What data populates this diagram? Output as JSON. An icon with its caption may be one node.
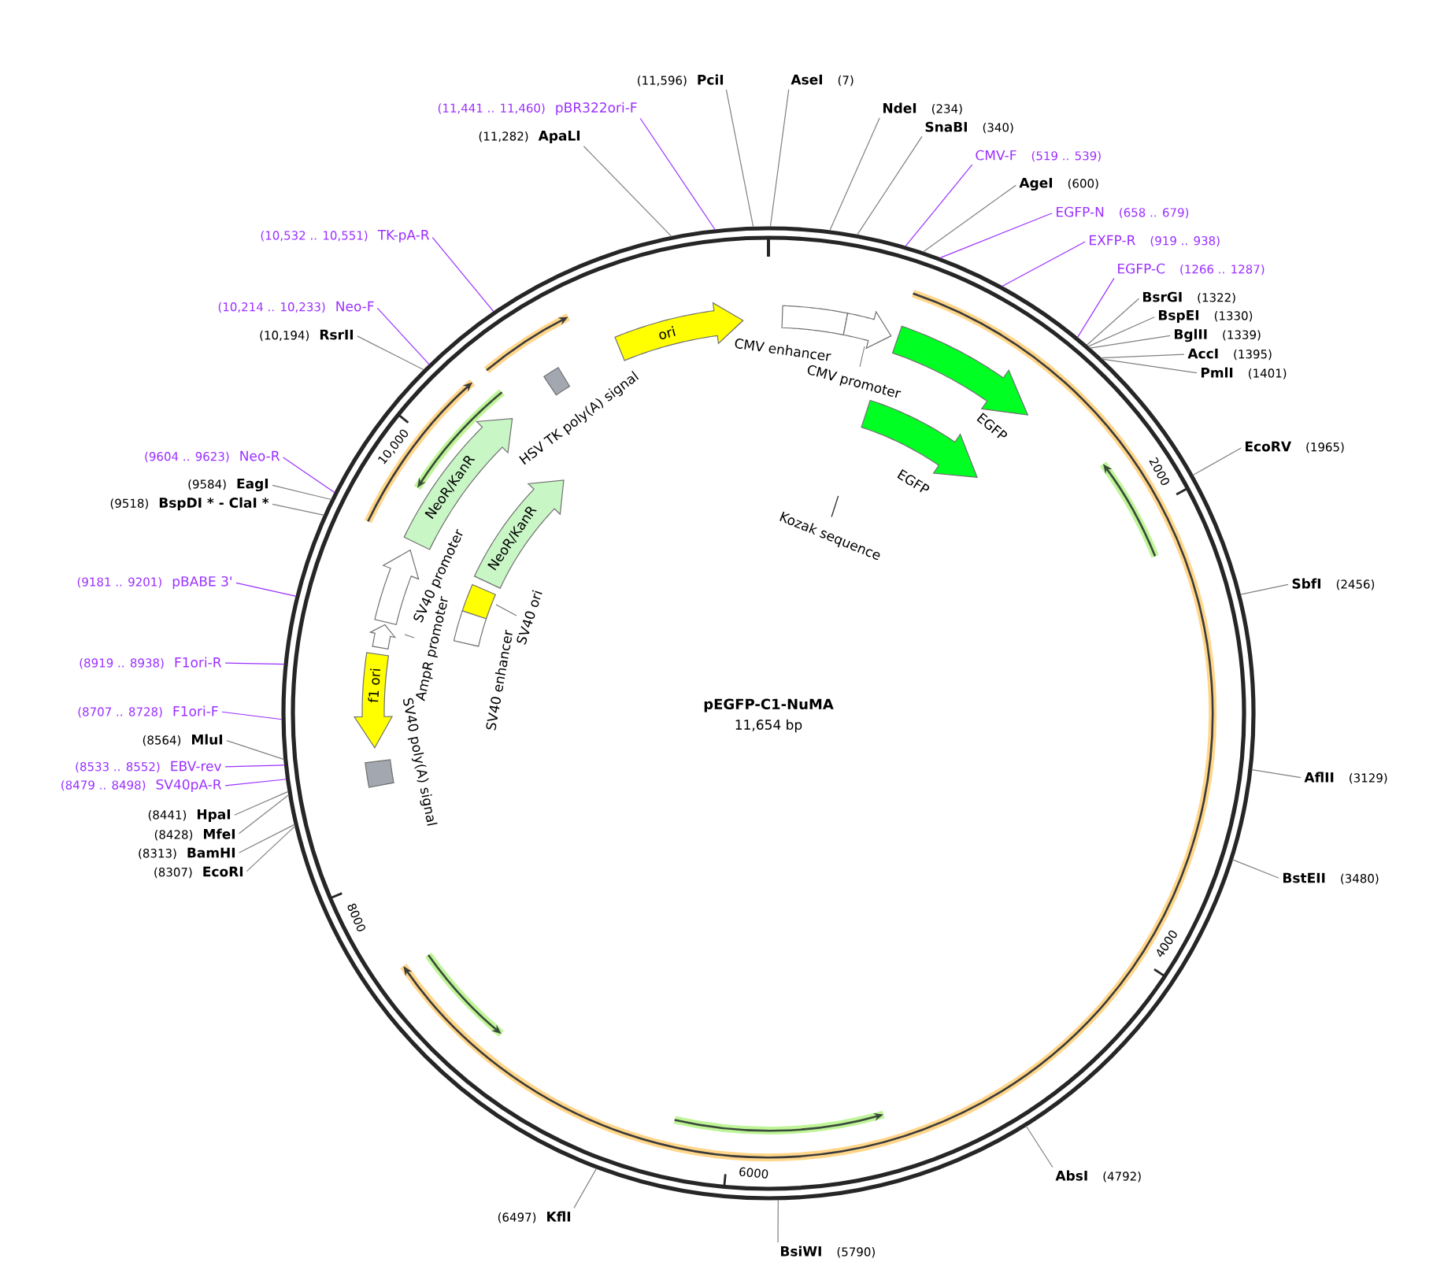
{
  "diagram": {
    "title": "pEGFP-C1-NuMA",
    "nodes": [
      {
        "text": [
          "(11,596)",
          "PciI"
        ]
      },
      {
        "text": [
          "AseI",
          "(7)"
        ]
      },
      {
        "text": [
          "NdeI",
          "(234)"
        ]
      },
      {
        "text": [
          "SnaBI",
          "(340)"
        ]
      },
      {
        "text": [
          "CMV-F",
          "(519 .. 539)"
        ]
      },
      {
        "text": [
          "AgeI",
          "(600)"
        ]
      },
      {
        "text": [
          "EGFP-N",
          "(658 .. 679)"
        ]
      },
      {
        "text": [
          "EXFP-R",
          "(919 .. 938)"
        ]
      },
      {
        "text": [
          "EGFP-C",
          "(1266 .. 1287)"
        ]
      },
      {
        "text": [
          "BsrGI",
          "(1322)"
        ]
      },
      {
        "text": [
          "BspEI",
          "(1330)"
        ]
      },
      {
        "text": [
          "BglII",
          "(1339)"
        ]
      },
      {
        "text": [
          "AccI",
          "(1395)"
        ]
      },
      {
        "text": [
          "PmlI",
          "(1401)"
        ]
      },
      {
        "text": [
          "EcoRV",
          "(1965)"
        ]
      },
      {
        "text": [
          "SbfI",
          "(2456)"
        ]
      },
      {
        "text": [
          "AflII",
          "(3129)"
        ]
      },
      {
        "text": [
          "BstEII",
          "(3480)"
        ]
      },
      {
        "text": [
          "AbsI",
          "(4792)"
        ]
      },
      {
        "text": [
          "BsiWI",
          "(5790)"
        ]
      },
      {
        "text": [
          "(6497)",
          "KflI"
        ]
      },
      {
        "text": [
          "(8307)",
          "EcoRI"
        ]
      },
      {
        "text": [
          "(8313)",
          "BamHI"
        ]
      },
      {
        "text": [
          "(8428)",
          "MfeI"
        ]
      },
      {
        "text": [
          "(8441)",
          "HpaI"
        ]
      },
      {
        "text": [
          "(8479 .. 8498)",
          "SV40pA-R"
        ]
      },
      {
        "text": [
          "(8533 .. 8552)",
          "EBV-rev"
        ]
      },
      {
        "text": [
          "(8564)",
          "MluI"
        ]
      },
      {
        "text": [
          "(8707 .. 8728)",
          "F1ori-F"
        ]
      },
      {
        "text": [
          "(8919 .. 8938)",
          "F1ori-R"
        ]
      },
      {
        "text": [
          "(9181 .. 9201)",
          "pBABE 3'"
        ]
      },
      {
        "text": [
          "(9518)",
          "BspDI * - ClaI *"
        ]
      },
      {
        "text": [
          "(9584)",
          "EagI"
        ]
      },
      {
        "text": [
          "(9604 .. 9623)",
          "Neo-R"
        ]
      },
      {
        "text": [
          "(10,194)",
          "RsrII"
        ]
      },
      {
        "text": [
          "(10,214 .. 10,233)",
          "Neo-F"
        ]
      },
      {
        "text": [
          "(10,532 .. 10,551)",
          "TK-pA-R"
        ]
      },
      {
        "text": [
          "(11,282)",
          "ApaLI"
        ]
      },
      {
        "text": [
          "(11,441 .. 11,460)",
          "pBR322ori-F"
        ]
      },
      {
        "text": [
          "ori"
        ]
      },
      {
        "text": [
          "CMV enhancer"
        ]
      },
      {
        "text": [
          "CMV promoter"
        ]
      },
      {
        "text": [
          "EGFP"
        ]
      },
      {
        "text": [
          "EGFP"
        ]
      },
      {
        "text": [
          "Kozak sequence"
        ]
      },
      {
        "text": [
          "HSV TK poly(A) signal"
        ]
      },
      {
        "text": [
          "NeoR/KanR"
        ]
      },
      {
        "text": [
          "NeoR/KanR"
        ]
      },
      {
        "text": [
          "SV40 promoter"
        ]
      },
      {
        "text": [
          "AmpR promoter"
        ]
      },
      {
        "text": [
          "f1 ori"
        ]
      },
      {
        "text": [
          "SV40 poly(A) signal"
        ]
      },
      {
        "text": [
          "SV40 ori"
        ]
      },
      {
        "text": [
          "SV40 enhancer"
        ]
      }
    ],
    "edges": [
      {
        "from": 0,
        "to": null,
        "arrow": "none"
      },
      {
        "from": 1,
        "to": null,
        "arrow": "none"
      },
      {
        "from": 2,
        "to": null,
        "arrow": "none"
      },
      {
        "from": 3,
        "to": null,
        "arrow": "none"
      },
      {
        "from": 4,
        "to": null,
        "arrow": "none",
        "color": "#9b30ff"
      },
      {
        "from": 5,
        "to": null,
        "arrow": "none"
      },
      {
        "from": 6,
        "to": null,
        "arrow": "none",
        "color": "#9b30ff"
      },
      {
        "from": 7,
        "to": null,
        "arrow": "none",
        "color": "#9b30ff"
      },
      {
        "from": 8,
        "to": null,
        "arrow": "none",
        "color": "#9b30ff"
      },
      {
        "from": 9,
        "to": null,
        "arrow": "none"
      },
      {
        "from": 10,
        "to": null,
        "arrow": "none"
      },
      {
        "from": 11,
        "to": null,
        "arrow": "none"
      },
      {
        "from": 12,
        "to": null,
        "arrow": "none"
      },
      {
        "from": 13,
        "to": null,
        "arrow": "none"
      },
      {
        "from": 14,
        "to": null,
        "arrow": "none"
      },
      {
        "from": 15,
        "to": null,
        "arrow": "none"
      },
      {
        "from": 16,
        "to": null,
        "arrow": "none"
      },
      {
        "from": 17,
        "to": null,
        "arrow": "none"
      },
      {
        "from": 18,
        "to": null,
        "arrow": "none"
      },
      {
        "from": 19,
        "to": null,
        "arrow": "none"
      },
      {
        "from": 20,
        "to": null,
        "arrow": "none"
      },
      {
        "from": 21,
        "to": null,
        "arrow": "none"
      },
      {
        "from": 22,
        "to": null,
        "arrow": "none"
      },
      {
        "from": 23,
        "to": null,
        "arrow": "none"
      },
      {
        "from": 24,
        "to": null,
        "arrow": "none"
      },
      {
        "from": 25,
        "to": null,
        "arrow": "none",
        "color": "#9b30ff"
      },
      {
        "from": 26,
        "to": null,
        "arrow": "none",
        "color": "#9b30ff"
      },
      {
        "from": 27,
        "to": null,
        "arrow": "none"
      },
      {
        "from": 28,
        "to": null,
        "arrow": "none",
        "color": "#9b30ff"
      },
      {
        "from": 29,
        "to": null,
        "arrow": "none",
        "color": "#9b30ff"
      },
      {
        "from": 30,
        "to": null,
        "arrow": "none",
        "color": "#9b30ff"
      },
      {
        "from": 31,
        "to": null,
        "arrow": "none"
      },
      {
        "from": 32,
        "to": null,
        "arrow": "none"
      },
      {
        "from": 33,
        "to": null,
        "arrow": "none",
        "color": "#9b30ff"
      },
      {
        "from": 34,
        "to": null,
        "arrow": "none"
      },
      {
        "from": 35,
        "to": null,
        "arrow": "none",
        "color": "#9b30ff"
      },
      {
        "from": 36,
        "to": null,
        "arrow": "none",
        "color": "#9b30ff"
      },
      {
        "from": 37,
        "to": null,
        "arrow": "none"
      },
      {
        "from": 38,
        "to": null,
        "arrow": "none",
        "color": "#9b30ff"
      }
    ],
    "labels": [
      "11,654 bp",
      "2000",
      "4000",
      "6000",
      "8000",
      "10,000"
    ]
  }
}
